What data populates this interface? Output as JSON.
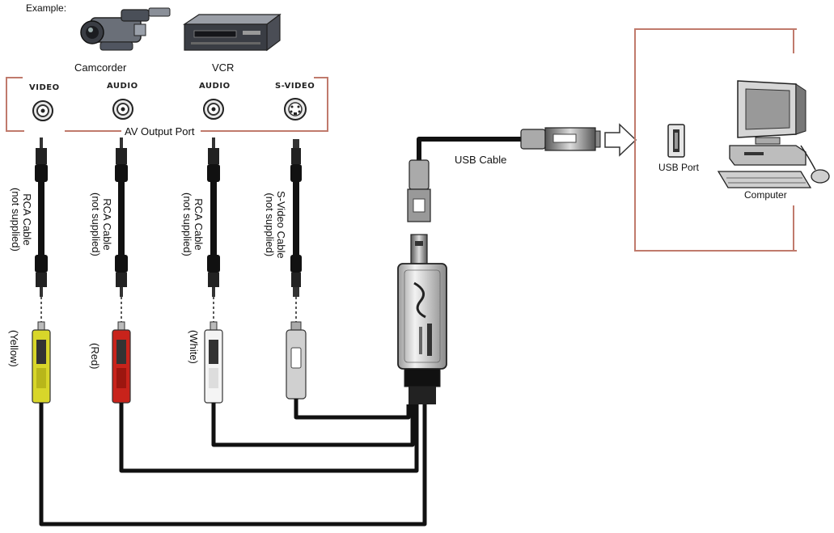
{
  "example_label": "Example:",
  "devices": {
    "camcorder": {
      "label": "Camcorder",
      "icon": "camcorder-icon"
    },
    "vcr": {
      "label": "VCR",
      "icon": "vcr-icon"
    }
  },
  "av_output_port": {
    "label": "AV Output Port",
    "frame_color": "#c07a6c",
    "ports": [
      {
        "label": "VIDEO"
      },
      {
        "label": "AUDIO"
      },
      {
        "label": "AUDIO"
      },
      {
        "label": "S-VIDEO"
      }
    ]
  },
  "cables": [
    {
      "name": "RCA Cable",
      "note": "(not supplied)",
      "plug_color_label": "(Yellow)",
      "plug_color": "#d8d62a"
    },
    {
      "name": "RCA Cable",
      "note": "(not supplied)",
      "plug_color_label": "(Red)",
      "plug_color": "#c8231b"
    },
    {
      "name": "RCA Cable",
      "note": "(not supplied)",
      "plug_color_label": "(White)",
      "plug_color": "#f4f4f4"
    },
    {
      "name": "S-Video Cable",
      "note": "(not supplied)",
      "plug_color_label": "",
      "plug_color": "#d0d0d0"
    }
  ],
  "usb_cable": {
    "label": "USB Cable"
  },
  "computer_box": {
    "usb_port_label": "USB Port",
    "computer_label": "Computer",
    "frame_color": "#c07a6c"
  }
}
